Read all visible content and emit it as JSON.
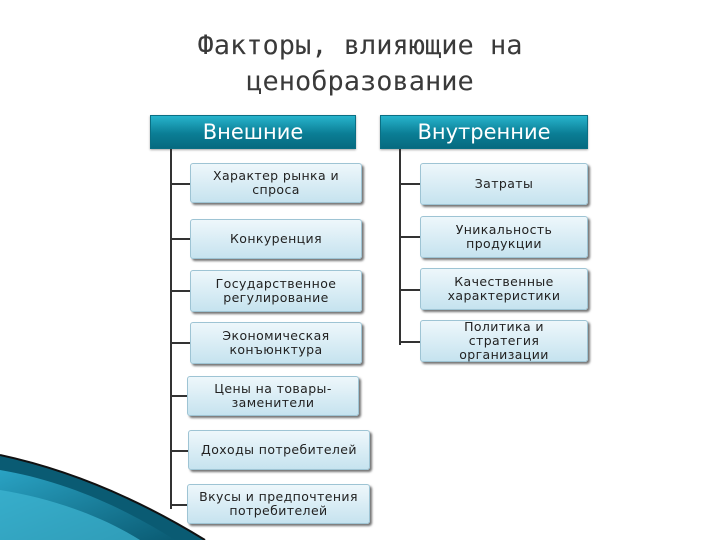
{
  "title": "Факторы, влияющие на ценобразование",
  "external": {
    "header": "Внешние",
    "items": [
      "Характер рынка и спроса",
      "Конкуренция",
      "Государственное регулирование",
      "Экономическая конъюнктура",
      "Цены на товары-заменители",
      "Доходы потребителей",
      "Вкусы и предпочтения потребителей"
    ]
  },
  "internal": {
    "header": "Внутренние",
    "items": [
      "Затраты",
      "Уникальность продукции",
      "Качественные характеристики",
      "Политика и стратегия организации"
    ]
  },
  "colors": {
    "header_top": "#27b3cc",
    "header_bottom": "#066a80",
    "box_top": "#eef7fb",
    "box_bottom": "#c6e3ef",
    "wave_dark": "#0a5b73",
    "wave_light": "#2aa3c4"
  }
}
